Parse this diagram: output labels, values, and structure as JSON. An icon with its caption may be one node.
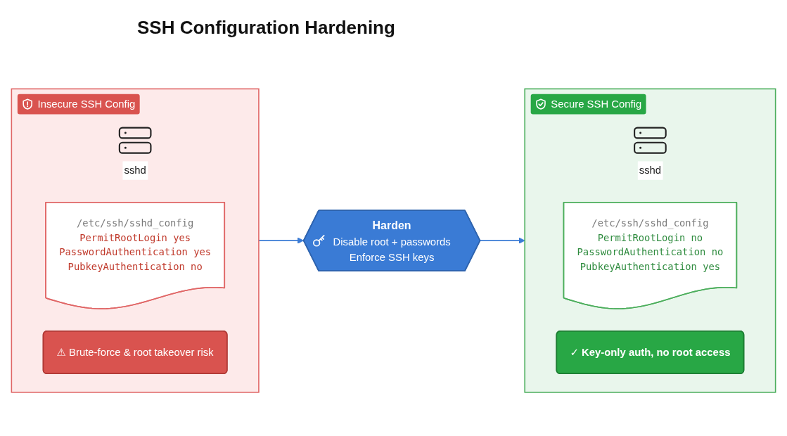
{
  "diagram": {
    "title": "SSH Configuration Hardening",
    "nodes": [
      {
        "text": [
          "Insecure SSH Config"
        ]
      },
      {
        "text": [
          "sshd"
        ],
        "in": 0
      },
      {
        "text": [
          "/etc/ssh/sshd_config",
          "PermitRootLogin yes",
          "PasswordAuthentication yes",
          "PubkeyAuthentication no"
        ],
        "in": 0
      },
      {
        "text": [
          "⚠ Brute-force & root takeover risk"
        ],
        "in": 0
      },
      {
        "text": [
          "Harden",
          "Disable root + passwords",
          "Enforce SSH keys"
        ]
      },
      {
        "text": [
          "Secure SSH Config"
        ]
      },
      {
        "text": [
          "sshd"
        ],
        "in": 5
      },
      {
        "text": [
          "/etc/ssh/sshd_config",
          "PermitRootLogin no",
          "PasswordAuthentication no",
          "PubkeyAuthentication yes"
        ],
        "in": 5
      },
      {
        "text": [
          "✓ Key-only auth, no root access"
        ],
        "in": 5
      }
    ],
    "edges": [
      {
        "from": 0,
        "to": 4,
        "arrow": "to"
      },
      {
        "from": 4,
        "to": 5,
        "arrow": "to"
      }
    ]
  }
}
